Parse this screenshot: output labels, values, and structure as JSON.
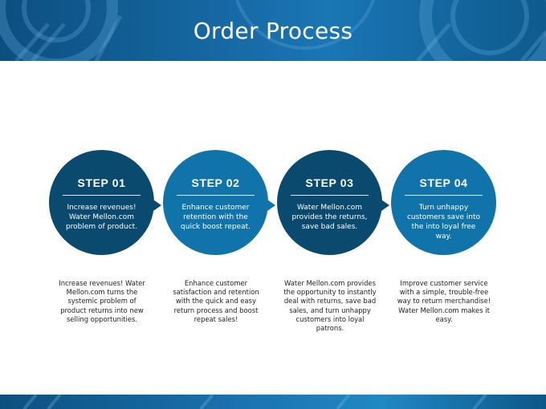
{
  "title": "Order Process",
  "colors": {
    "dark_circle": "#0a4a6e",
    "light_circle": "#1074ab",
    "banner": "#1668a3"
  },
  "steps": [
    {
      "label": "STEP 01",
      "circle_text": "Increase revenues! Water Mellon.com problem of product.",
      "description": "Increase revenues! Water Mellon.com turns the systemic problem of product returns into new selling opportunities."
    },
    {
      "label": "STEP 02",
      "circle_text": "Enhance customer retention with the quick boost repeat.",
      "description": "Enhance customer satisfaction and retention with the quick and easy return process and boost repeat sales!"
    },
    {
      "label": "STEP 03",
      "circle_text": "Water Mellon.com provides the returns, save bad sales.",
      "description": "Water Mellon.com provides the opportunity to instantly deal with returns, save bad sales, and turn unhappy customers into loyal patrons."
    },
    {
      "label": "STEP 04",
      "circle_text": "Turn unhappy customers save into the into loyal free way.",
      "description": "Improve customer service with a simple, trouble-free way to return merchandise! Water Mellon.com makes it easy."
    }
  ]
}
